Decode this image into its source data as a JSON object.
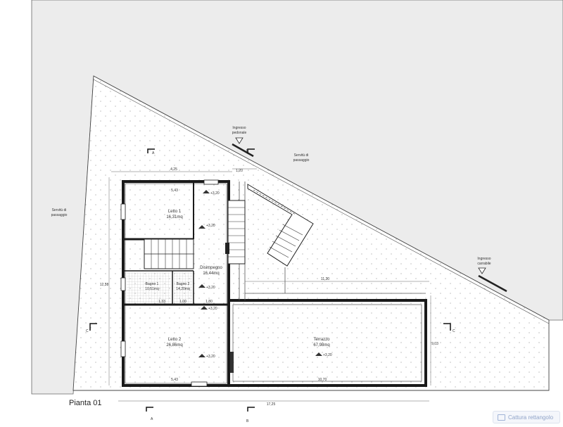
{
  "plan": {
    "title": "Pianta 01",
    "rooms": [
      {
        "name": "Letto 1",
        "area": "16,31mq"
      },
      {
        "name": "Disimpegno",
        "area": "16,44mq"
      },
      {
        "name": "Bagno 1",
        "area": "10,51mq"
      },
      {
        "name": "Bagno 2",
        "area": "14,20mq"
      },
      {
        "name": "Letto 2",
        "area": "26,86mq"
      },
      {
        "name": "Terrazzo",
        "area": "67,98mq"
      }
    ],
    "zones": {
      "servitu_left": [
        "Servitù di",
        "passaggio"
      ],
      "servitu_top": [
        "Servitù di",
        "passaggio"
      ],
      "ingresso_pedonale": [
        "Ingresso",
        "pedonale"
      ],
      "ingresso_carrabile": [
        "Ingresso",
        "carrabile"
      ]
    },
    "dimensions": {
      "top_left": "4,25",
      "top_mid": "1,20",
      "room_top": "5,43",
      "room_bottom": "5,43",
      "terrace_bottom": "10,70",
      "overall_bottom": "17,25",
      "mid_long": "11,20",
      "side_left": "12,38",
      "side_right": "9,03",
      "corr": "1,00",
      "corr2": "1,80",
      "small_a": "1,33"
    },
    "levels": {
      "level_1": "+3,20",
      "level_2": "+3,20",
      "level_3": "+3,20",
      "level_4": "+3,20",
      "level_5": "+3,20",
      "level_6": "+3,20"
    },
    "section_marks": {
      "a": "A",
      "b": "B",
      "c": "C"
    }
  },
  "capture_button": {
    "label": "Cattura rettangolo",
    "icon": "rectangle-capture-icon"
  }
}
